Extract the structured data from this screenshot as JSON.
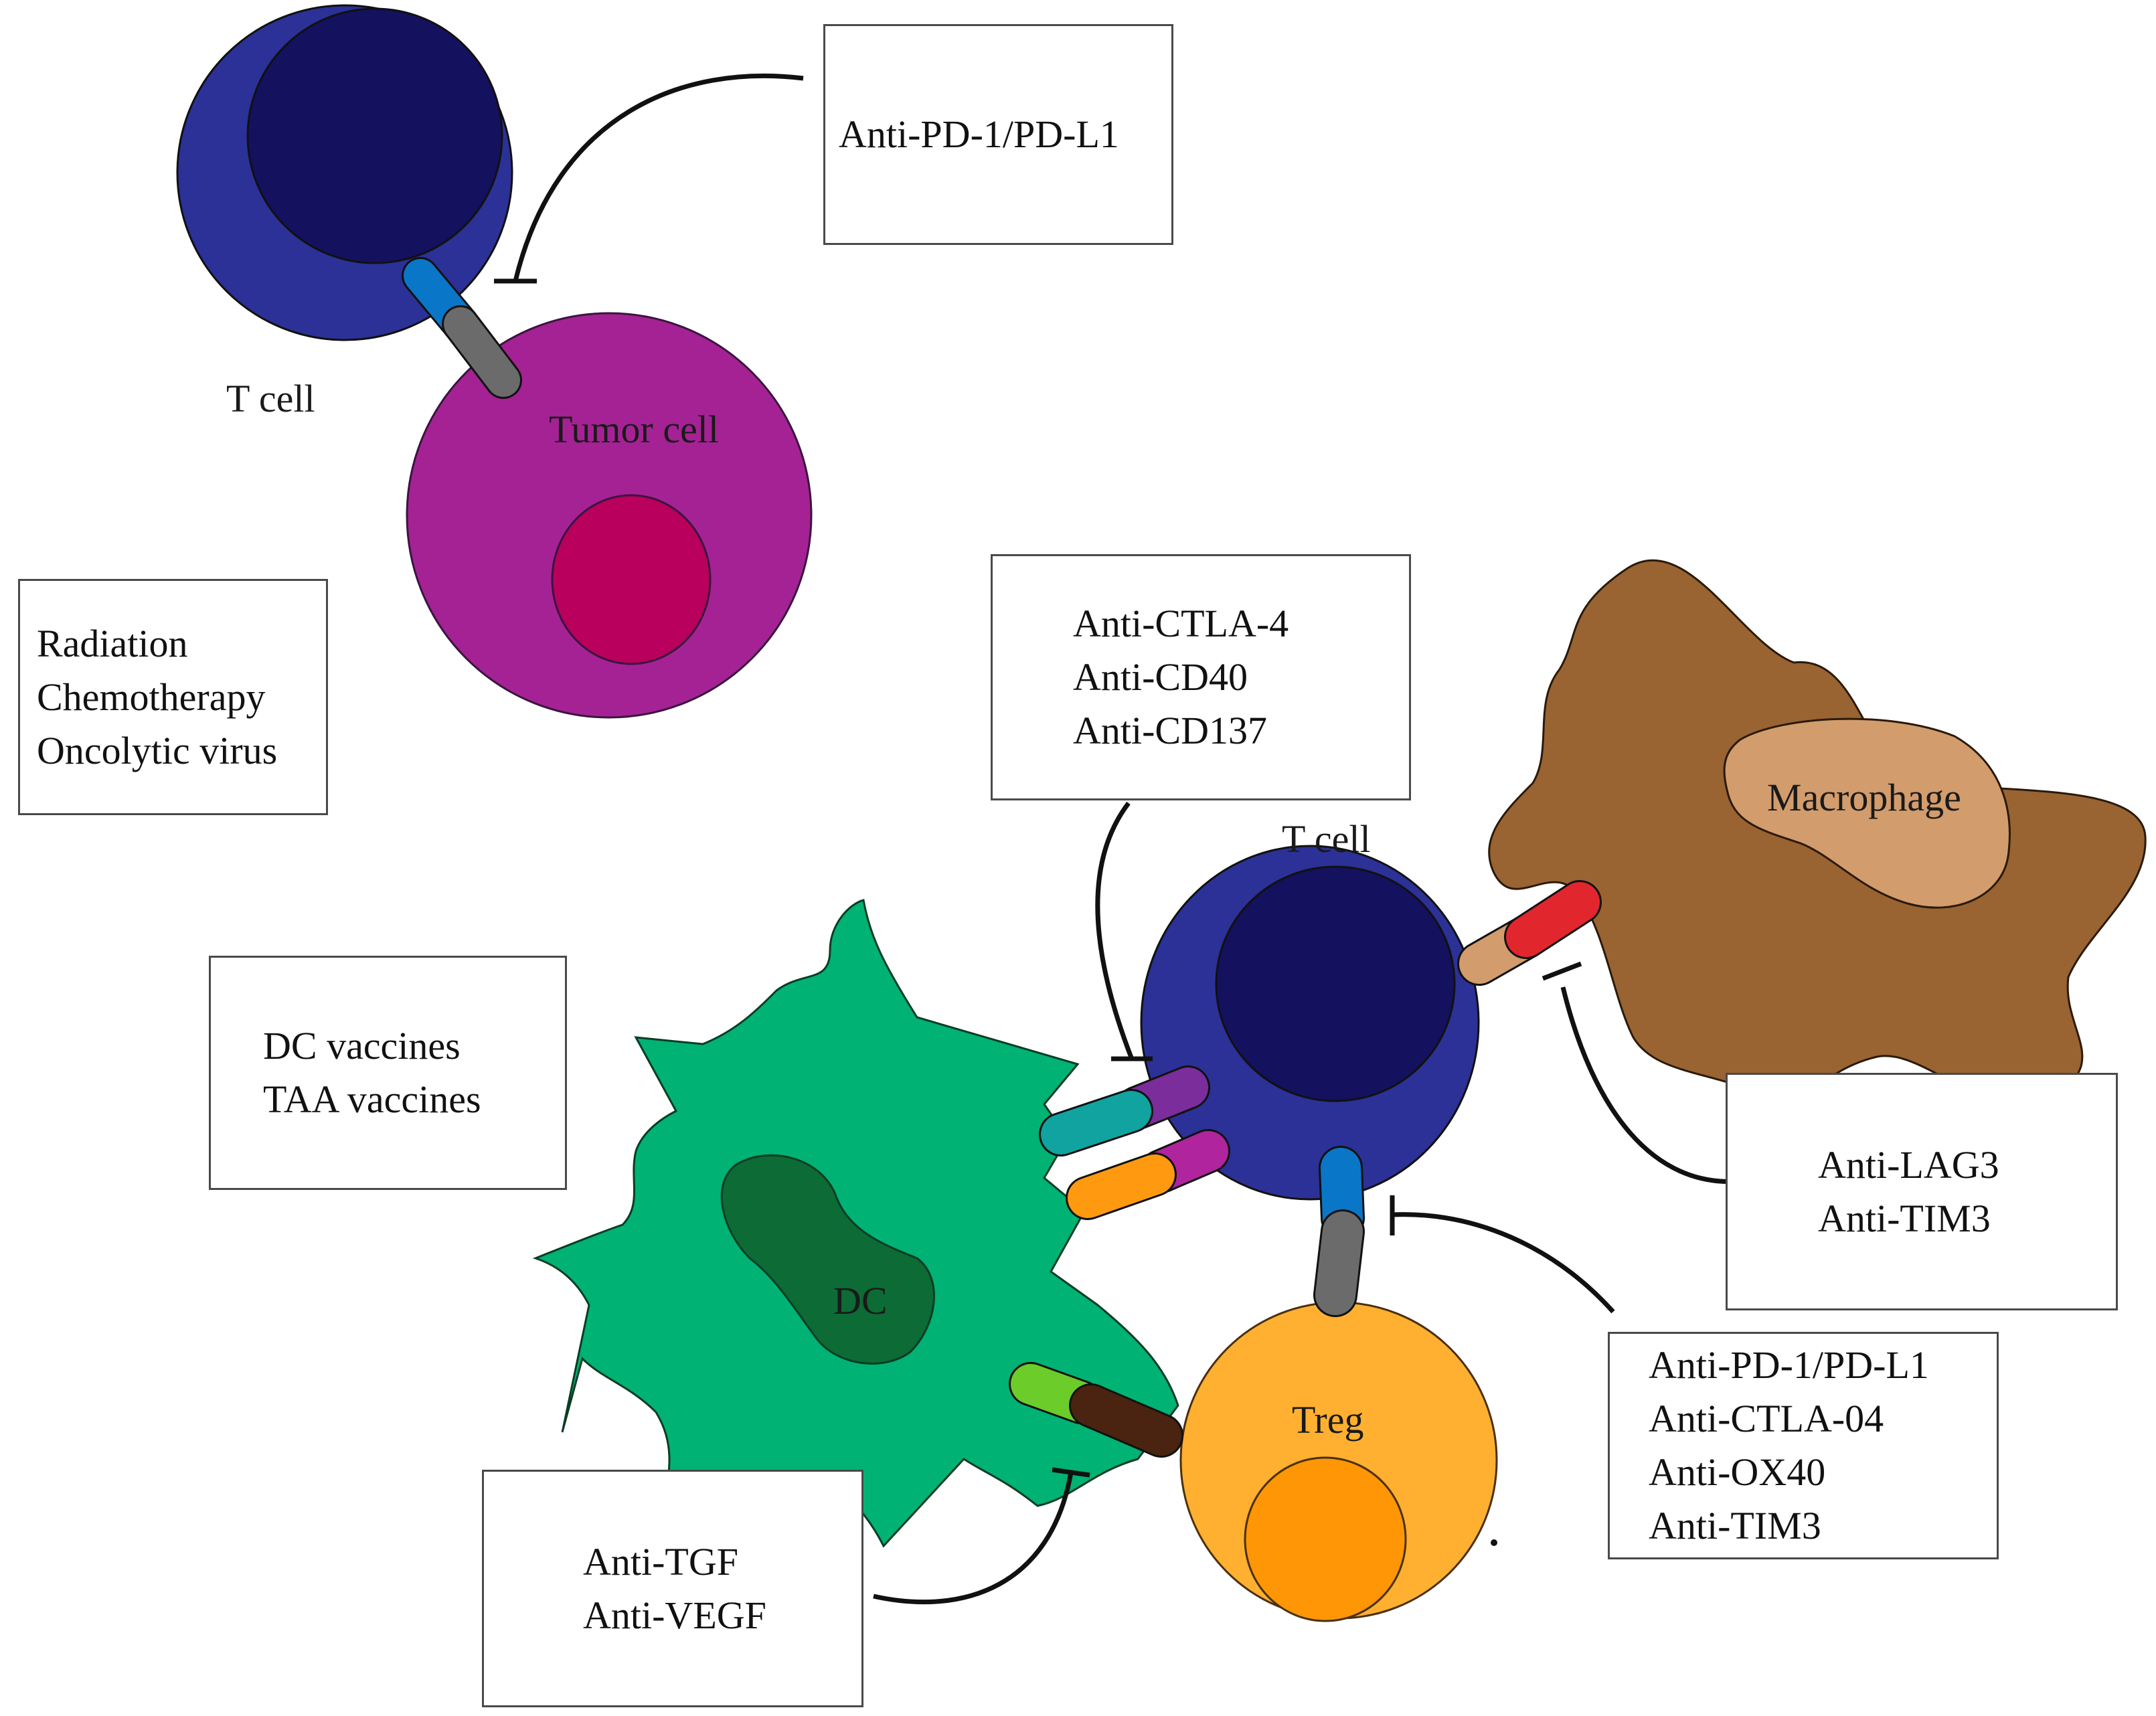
{
  "cells": {
    "t_cell_top": "T cell",
    "tumor_cell": "Tumor cell",
    "t_cell_center": "T cell",
    "macrophage": "Macrophage",
    "dc": "DC",
    "treg": "Treg"
  },
  "boxes": {
    "anti_pd1_top": [
      "Anti-PD-1/PD-L1"
    ],
    "radiation": [
      "Radiation",
      "Chemotherapy",
      "Oncolytic virus"
    ],
    "ctla4": [
      "Anti-CTLA-4",
      "Anti-CD40",
      "Anti-CD137"
    ],
    "vaccines": [
      "DC vaccines",
      "TAA vaccines"
    ],
    "lag3": [
      "Anti-LAG3",
      "Anti-TIM3"
    ],
    "tgf": [
      "Anti-TGF",
      "Anti-VEGF"
    ],
    "pd1_bottom": [
      "Anti-PD-1/PD-L1",
      "Anti-CTLA-04",
      "Anti-OX40",
      "Anti-TIM3"
    ]
  },
  "colors": {
    "t_cell_outer": "#2b3196",
    "t_cell_nucleus": "#14115e",
    "tumor_cell": "#a52294",
    "tumor_nucleus": "#b8005c",
    "macrophage": "#996332",
    "macrophage_nucleus": "#d29c6c",
    "dc": "#00b273",
    "dc_nucleus": "#0d6b35",
    "treg": "#ffb030",
    "treg_nucleus": "#ff9606",
    "receptor_blue": "#0a76c7",
    "receptor_gray": "#6b6b6b",
    "receptor_red": "#e2262e",
    "receptor_tan": "#d29c6c",
    "receptor_purple": "#7b2d9b",
    "receptor_teal": "#10a3a0",
    "receptor_magenta": "#b0249e",
    "receptor_orange": "#ff9a10",
    "receptor_green": "#6ccc2a",
    "receptor_brown": "#4a2410"
  }
}
